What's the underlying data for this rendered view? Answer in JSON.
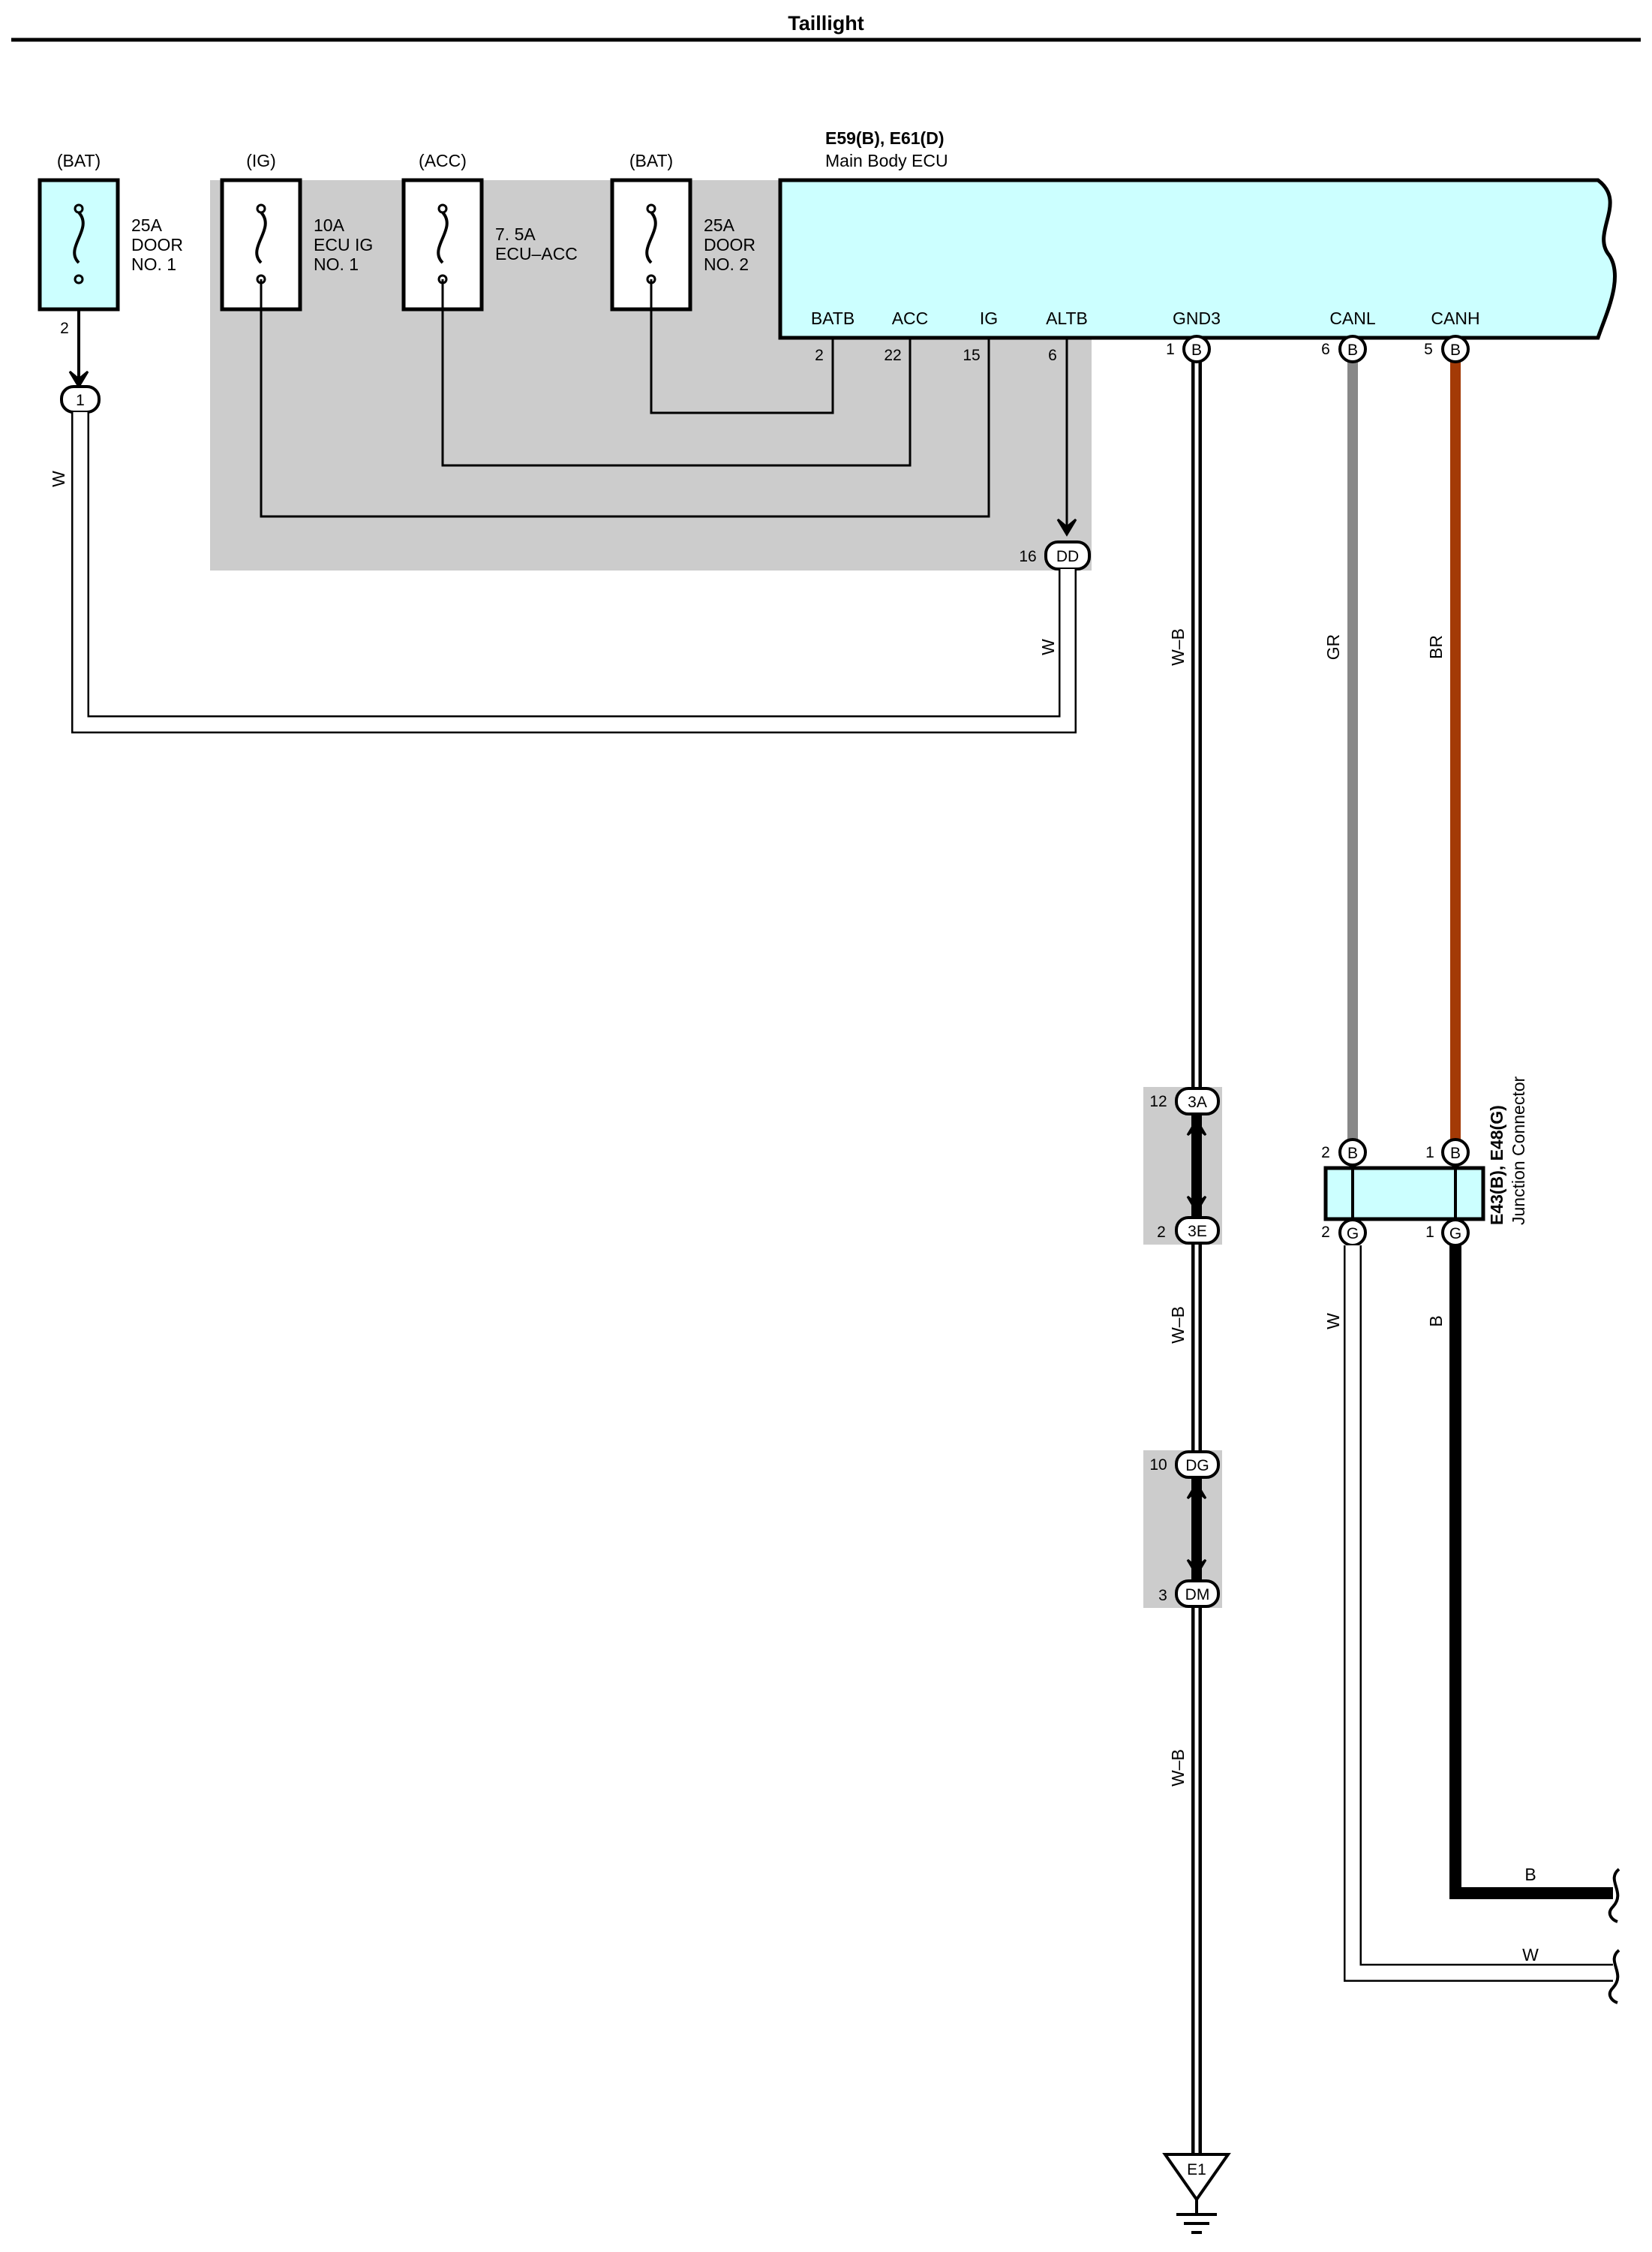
{
  "title": "Taillight",
  "colors": {
    "ecu_fill": "#ccffff",
    "shade": "#cccccc",
    "wire_gr": "#888888",
    "wire_br": "#a33a06",
    "wire_b": "#000000",
    "wire_w": "#ffffff"
  },
  "fuses": [
    {
      "source": "(BAT)",
      "rating": "25A",
      "name1": "DOOR",
      "name2": "NO. 1",
      "pin": "2"
    },
    {
      "source": "(IG)",
      "rating": "10A",
      "name1": "ECU IG",
      "name2": "NO. 1"
    },
    {
      "source": "(ACC)",
      "rating": "7. 5A",
      "name1": "ECU–ACC",
      "name2": ""
    },
    {
      "source": "(BAT)",
      "rating": "25A",
      "name1": "DOOR",
      "name2": "NO. 2"
    }
  ],
  "ecu": {
    "connector": "E59(B), E61(D)",
    "name": "Main Body ECU",
    "terminals": [
      {
        "label": "BATB",
        "pin": "2"
      },
      {
        "label": "ACC",
        "pin": "22"
      },
      {
        "label": "IG",
        "pin": "15"
      },
      {
        "label": "ALTB",
        "pin": "6"
      },
      {
        "label": "GND3",
        "pin": "1",
        "conn": "B"
      },
      {
        "label": "CANL",
        "pin": "6",
        "conn": "B"
      },
      {
        "label": "CANH",
        "pin": "5",
        "conn": "B"
      }
    ]
  },
  "splice": {
    "conn": "1"
  },
  "connectors": {
    "dd": {
      "pin": "16",
      "id": "DD"
    },
    "c3a": {
      "pin": "12",
      "id": "3A"
    },
    "c3e": {
      "pin": "2",
      "id": "3E"
    },
    "dg": {
      "pin": "10",
      "id": "DG"
    },
    "dm": {
      "pin": "3",
      "id": "DM"
    }
  },
  "junction": {
    "name1": "E43(B), E48(G)",
    "name2": "Junction Connector",
    "top_left": {
      "pin": "2",
      "conn": "B"
    },
    "top_right": {
      "pin": "1",
      "conn": "B"
    },
    "bot_left": {
      "pin": "2",
      "conn": "G"
    },
    "bot_right": {
      "pin": "1",
      "conn": "G"
    }
  },
  "wires": {
    "w1": "W",
    "w2": "W",
    "wb1": "W–B",
    "gr": "GR",
    "br": "BR",
    "wb2": "W–B",
    "wb3": "W–B",
    "w3": "W",
    "b1": "B",
    "b_out": "B",
    "w_out": "W"
  },
  "ground": {
    "id": "E1"
  }
}
